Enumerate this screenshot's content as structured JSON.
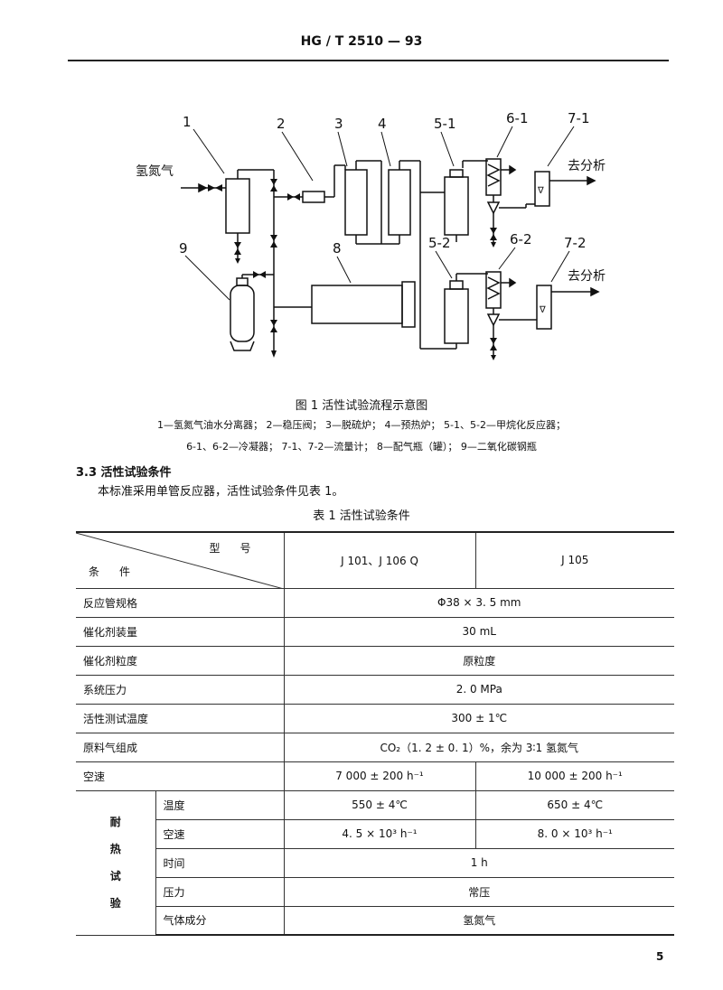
{
  "header": {
    "standard": "HG / T 2510 — 93"
  },
  "figure": {
    "caption": "图 1   活性试验流程示意图",
    "legend_line1": "1—氢氮气油水分离器； 2—稳压阀； 3—脱硫炉； 4—预热炉； 5-1、5-2—甲烷化反应器；",
    "legend_line2": "6-1、6-2—冷凝器； 7-1、7-2—流量计； 8—配气瓶（罐）； 9—二氧化碳钢瓶",
    "labels": {
      "gas_in": "氢氮气",
      "to_analysis_1": "去分析",
      "to_analysis_2": "去分析",
      "n1": "1",
      "n2": "2",
      "n3": "3",
      "n4": "4",
      "n5_1": "5-1",
      "n6_1": "6-1",
      "n7_1": "7-1",
      "n5_2": "5-2",
      "n6_2": "6-2",
      "n7_2": "7-2",
      "n8": "8",
      "n9": "9",
      "flow_mark": "∇"
    }
  },
  "section": {
    "heading": "3.3   活性试验条件",
    "text": "本标准采用单管反应器，活性试验条件见表 1。"
  },
  "table": {
    "caption": "表 1   活性试验条件",
    "head_model": "型号",
    "head_item": "条件",
    "model_a": "J 101、J 106 Q",
    "model_b": "J 105",
    "rows": {
      "tube_label": "反应管规格",
      "tube_value": "Φ38 × 3. 5 mm",
      "load_label": "催化剂装量",
      "load_value": "30 mL",
      "size_label": "催化剂粒度",
      "size_value": "原粒度",
      "pressure_label": "系统压力",
      "pressure_value": "2. 0 MPa",
      "temp_label": "活性测试温度",
      "temp_value": "300 ± 1℃",
      "feed_label": "原料气组成",
      "feed_value": "CO₂（1. 2 ± 0. 1）%，余为 3∶1 氢氮气",
      "sv_label": "空速",
      "sv_a": "7 000 ± 200 h⁻¹",
      "sv_b": "10 000 ± 200 h⁻¹"
    },
    "heat_test": {
      "group_label": [
        "耐",
        "热",
        "试",
        "验"
      ],
      "temp_label": "温度",
      "temp_a": "550 ± 4℃",
      "temp_b": "650 ± 4℃",
      "sv_label": "空速",
      "sv_a": "4. 5 × 10³ h⁻¹",
      "sv_b": "8. 0 × 10³ h⁻¹",
      "time_label": "时间",
      "time_value": "1 h",
      "press_label": "压力",
      "press_value": "常压",
      "gas_label": "气体成分",
      "gas_value": "氢氮气"
    }
  },
  "page_number": "5"
}
